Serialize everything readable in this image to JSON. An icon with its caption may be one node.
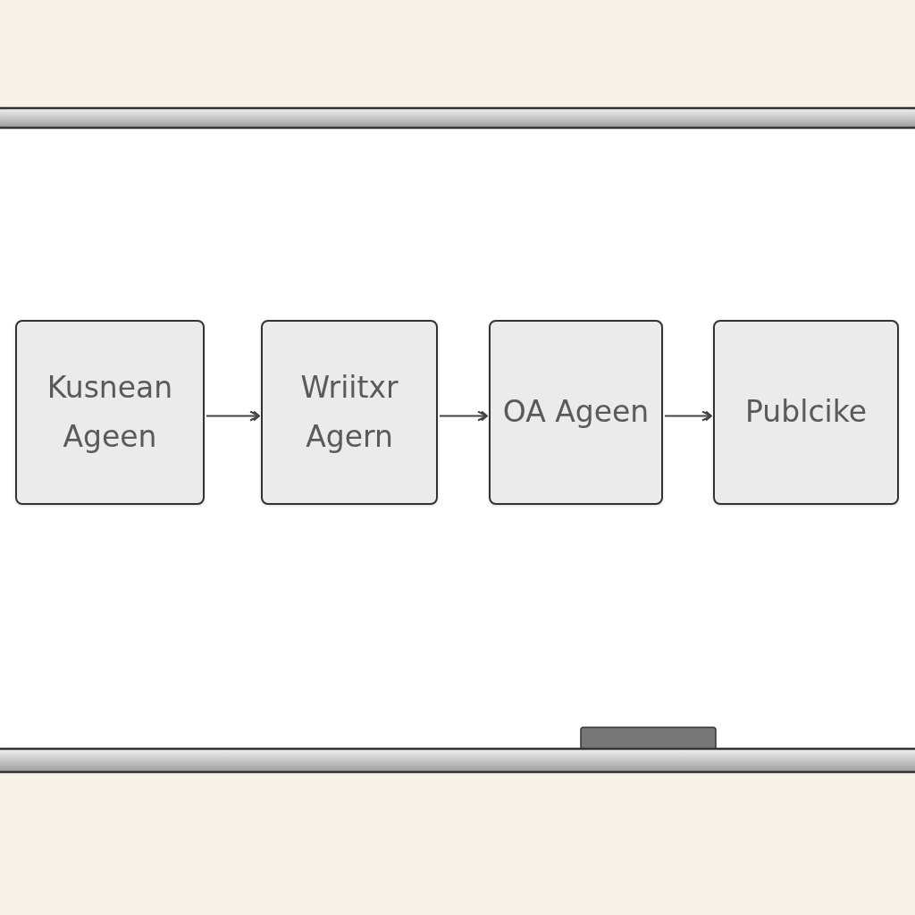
{
  "diagram": {
    "nodes": [
      {
        "text": [
          "Kusnean Ageen"
        ]
      },
      {
        "text": [
          "Wriitxr Agern"
        ]
      },
      {
        "text": [
          "OA Ageen"
        ]
      },
      {
        "text": [
          "Publcike"
        ]
      }
    ],
    "edges": [
      {
        "from": 0,
        "to": 1,
        "arrow": "to"
      },
      {
        "from": 1,
        "to": 2,
        "arrow": "to"
      },
      {
        "from": 2,
        "to": 3,
        "arrow": "to"
      }
    ]
  }
}
